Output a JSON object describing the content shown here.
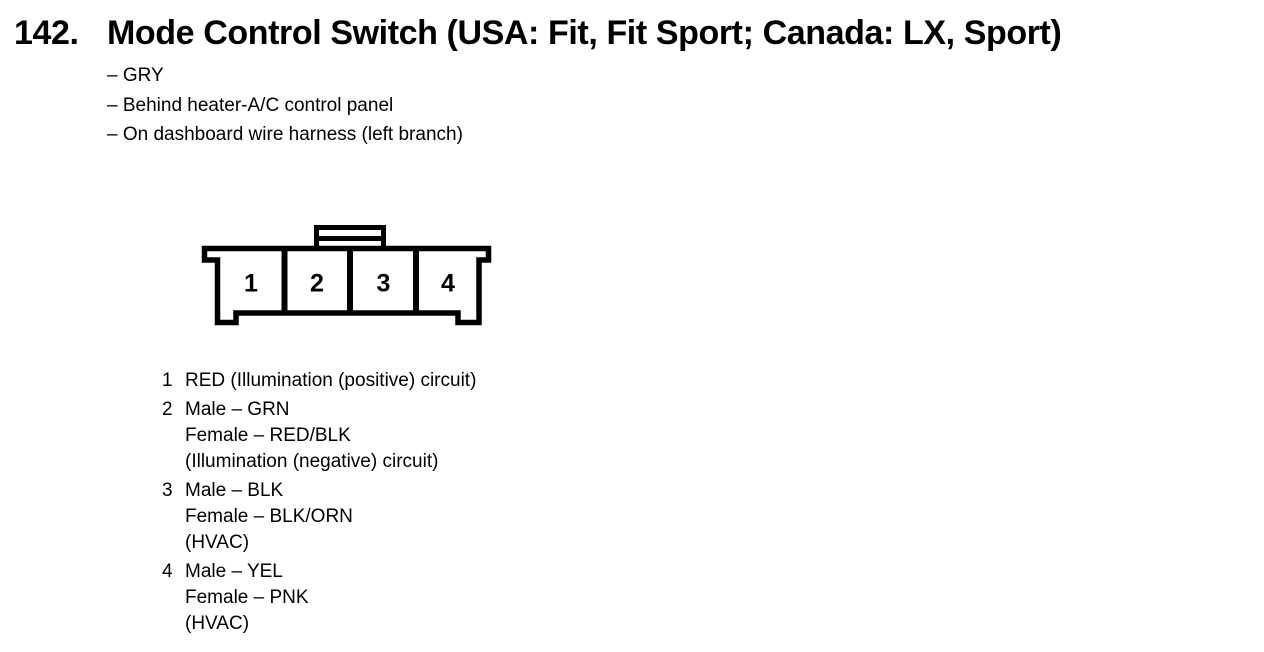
{
  "header": {
    "number": "142.",
    "title": "Mode Control Switch (USA: Fit, Fit Sport; Canada: LX, Sport)"
  },
  "notes": [
    "– GRY",
    "– Behind heater-A/C control panel",
    "– On dashboard wire harness (left branch)"
  ],
  "connector": {
    "pins": [
      "1",
      "2",
      "3",
      "4"
    ]
  },
  "pin_list": [
    {
      "pin": "1",
      "lines": [
        "RED (Illumination (positive) circuit)",
        "",
        ""
      ]
    },
    {
      "pin": "2",
      "lines": [
        "Male – GRN",
        "Female – RED/BLK",
        "(Illumination (negative) circuit)"
      ]
    },
    {
      "pin": "3",
      "lines": [
        "Male – BLK",
        "Female – BLK/ORN",
        "(HVAC)"
      ]
    },
    {
      "pin": "4",
      "lines": [
        "Male – YEL",
        "Female – PNK",
        "(HVAC)"
      ]
    }
  ],
  "colors": {
    "ink": "#000000",
    "paper": "#ffffff"
  }
}
